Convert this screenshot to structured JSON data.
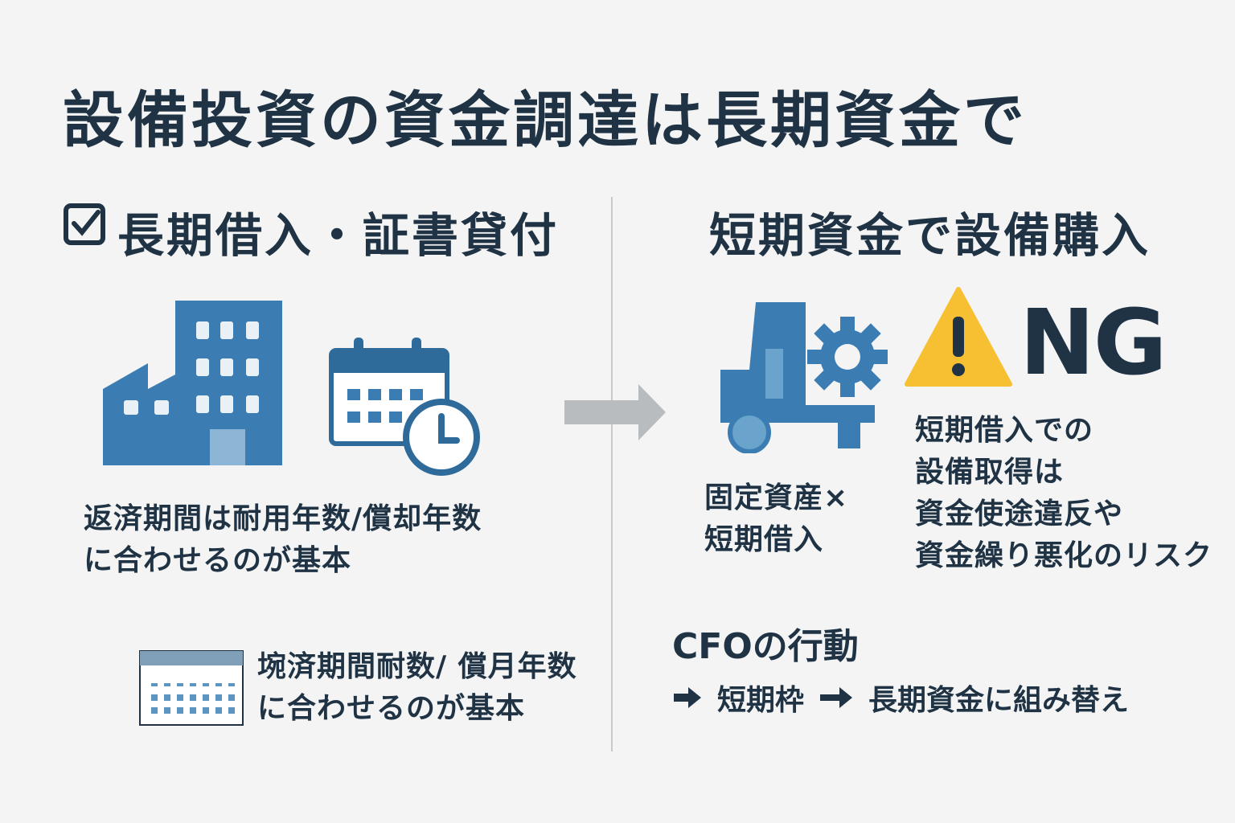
{
  "title": "設備投資の資金調達は長期資金で",
  "left": {
    "heading": "長期借入・証書貸付",
    "caption_lines": [
      "返済期間は耐用年数/償却年数",
      "に合わせるのが基本"
    ],
    "caption2_lines": [
      "埦済期間耐数/ 償月年数",
      "に合わせるのが基本"
    ]
  },
  "right": {
    "heading": "短期資金で設備購入",
    "ng_label": "NG",
    "asset_lines": [
      "固定資産×",
      "短期借入"
    ],
    "risk_lines": [
      "短期借入での",
      "設備取得は",
      "資金使途違反や",
      "資金繰り悪化のリスク"
    ],
    "cfo_title": "CFOの行動",
    "cfo_from": "短期枠",
    "cfo_to": "長期資金に組み替え"
  },
  "colors": {
    "text": "#1f3345",
    "blue": "#3b7db3",
    "warning": "#f7c032",
    "arrow": "#b9bcbf"
  }
}
